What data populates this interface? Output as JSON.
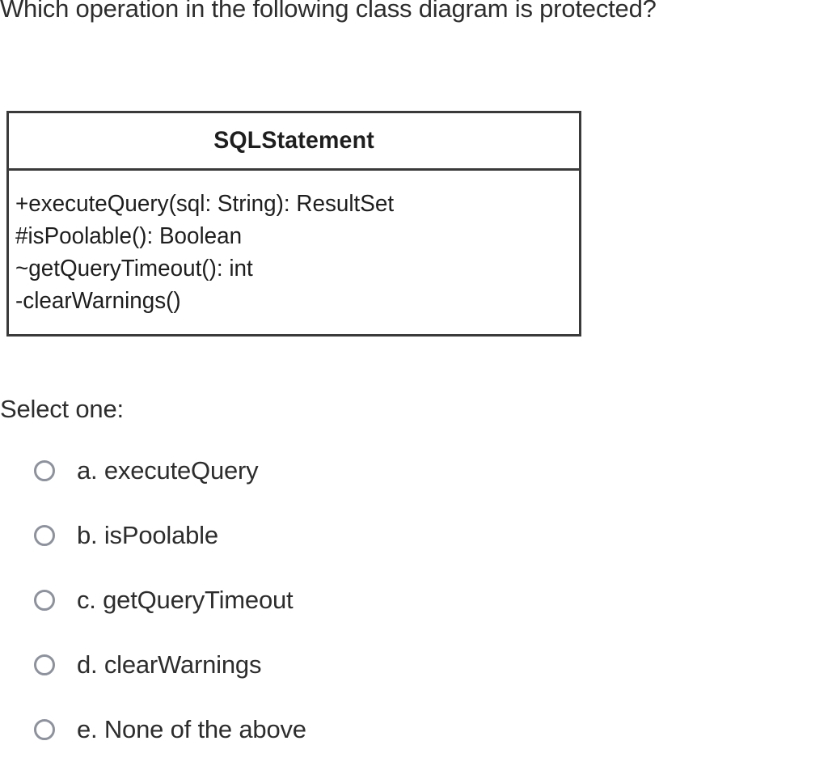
{
  "question": {
    "stem": "Which operation in the following class diagram is protected?",
    "select_prompt": "Select one:"
  },
  "class_diagram": {
    "class_name": "SQLStatement",
    "operations": [
      "+executeQuery(sql: String): ResultSet",
      "#isPoolable(): Boolean",
      "~getQueryTimeout(): int",
      "-clearWarnings()"
    ]
  },
  "options": [
    {
      "label": "a. executeQuery",
      "value": "a",
      "selected": false
    },
    {
      "label": "b. isPoolable",
      "value": "b",
      "selected": false
    },
    {
      "label": "c. getQueryTimeout",
      "value": "c",
      "selected": false
    },
    {
      "label": "d. clearWarnings",
      "value": "d",
      "selected": false
    },
    {
      "label": "e. None of the above",
      "value": "e",
      "selected": false
    }
  ],
  "colors": {
    "page_background": "#ffffff",
    "text": "#2d2d2d",
    "diagram_stroke": "#3a3a3a",
    "radio_border": "#8d929c"
  }
}
